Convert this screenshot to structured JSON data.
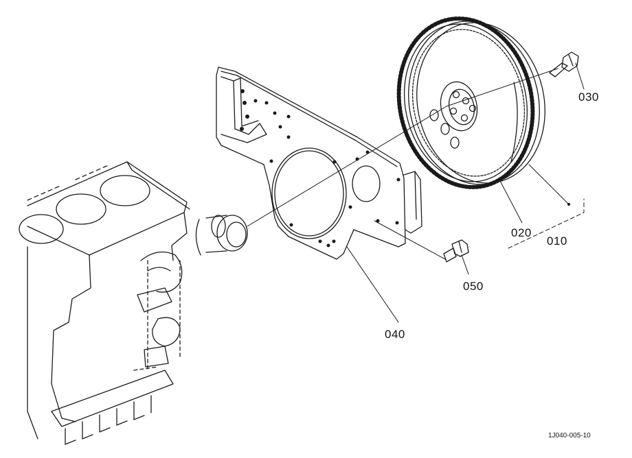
{
  "diagram": {
    "drawing_id": "1J040-005-10",
    "parts": [
      {
        "ref": "010"
      },
      {
        "ref": "020"
      },
      {
        "ref": "030"
      },
      {
        "ref": "040"
      },
      {
        "ref": "050"
      }
    ]
  },
  "colors": {
    "line": "#1a1a1a",
    "background": "#ffffff"
  }
}
